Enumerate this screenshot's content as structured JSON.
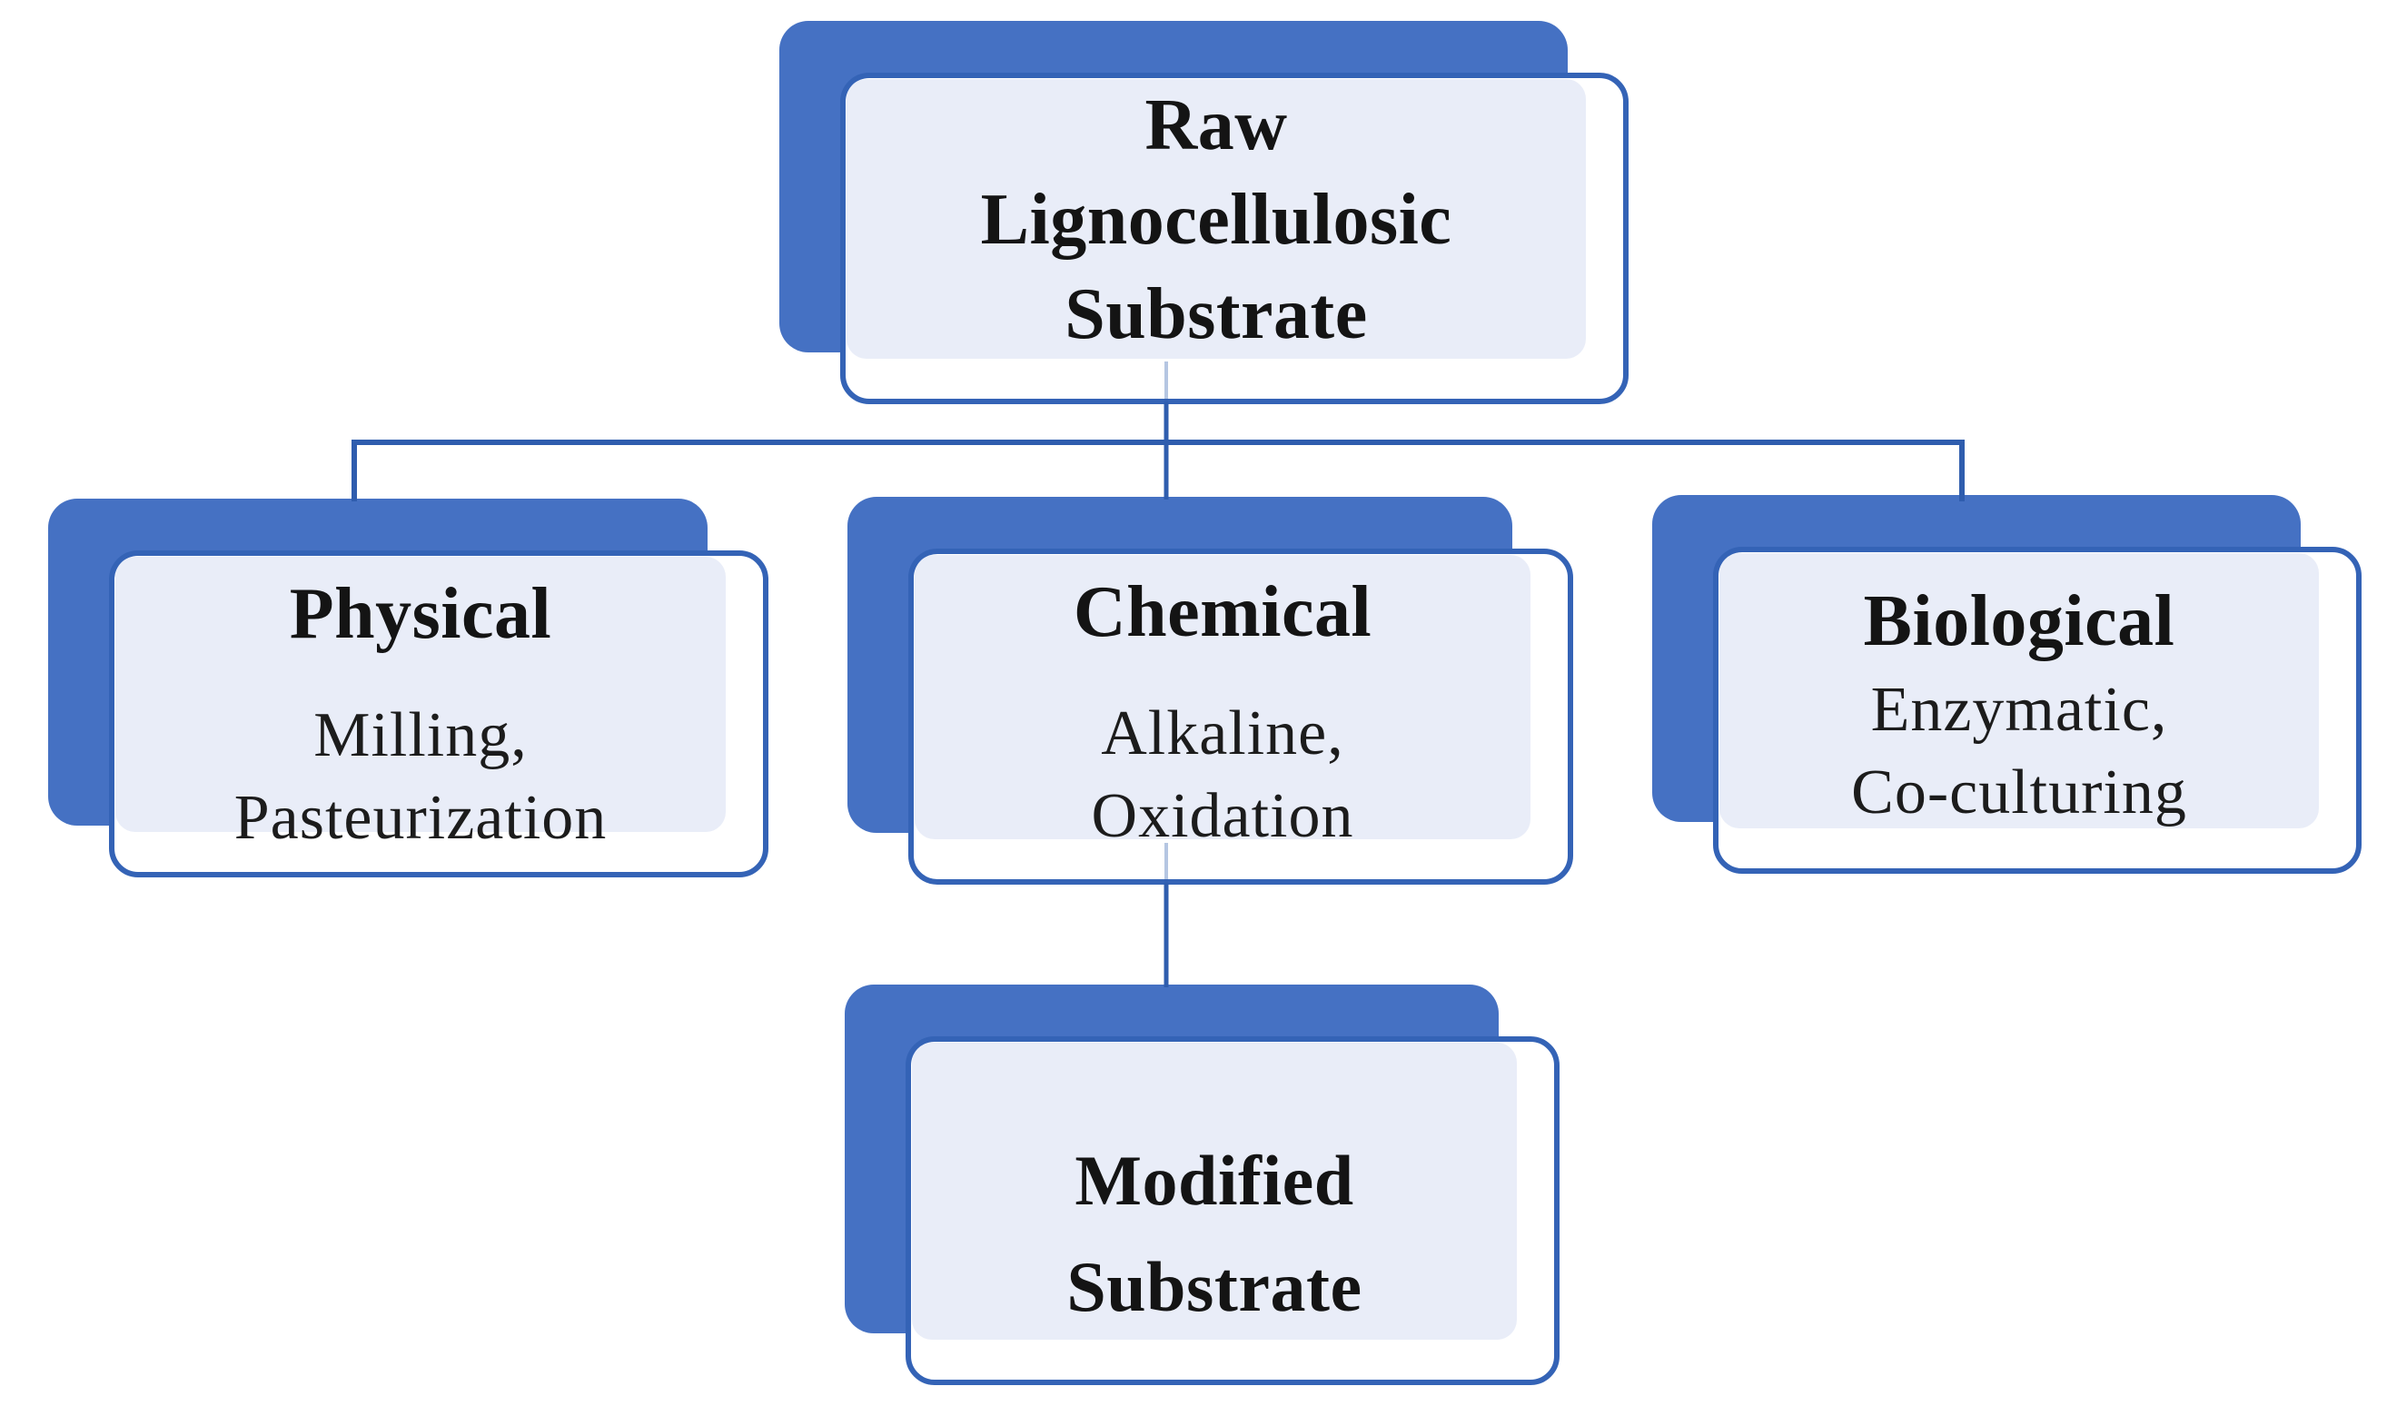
{
  "nodes": {
    "raw": {
      "line1": "Raw",
      "line2": "Lignocellulosic",
      "line3": "Substrate"
    },
    "physical": {
      "title": "Physical",
      "item1": "Milling,",
      "item2": "Pasteurization"
    },
    "chemical": {
      "title": "Chemical",
      "item1": "Alkaline,",
      "item2": "Oxidation"
    },
    "biological": {
      "title": "Biological",
      "item1": "Enzymatic,",
      "item2": "Co-culturing"
    },
    "modified": {
      "line1": "Modified",
      "line2": "Substrate"
    }
  },
  "edges": [
    {
      "from": "Raw Lignocellulosic Substrate",
      "to": "Physical"
    },
    {
      "from": "Raw Lignocellulosic Substrate",
      "to": "Chemical"
    },
    {
      "from": "Raw Lignocellulosic Substrate",
      "to": "Biological"
    },
    {
      "from": "Chemical",
      "to": "Modified Substrate"
    }
  ],
  "colors": {
    "background": "#ffffff",
    "shadow": "#4571c3",
    "border": "#3463b6",
    "connector": "#2f5dae",
    "fill": "#e9edf8",
    "card": "#ffffff",
    "text": "#141414"
  }
}
